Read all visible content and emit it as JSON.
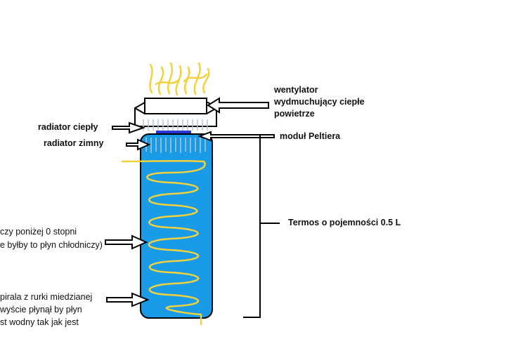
{
  "labels": {
    "wentylator": [
      "wentylator",
      "wydmuchujący ciepłe",
      "powietrze"
    ],
    "radiator_cieply": "radiator ciepły",
    "radiator_zimny": "radiator zimny",
    "modul_peltiera": "moduł Peltiera",
    "termos": "Termos o pojemności 0.5 L",
    "plyn_left": [
      "czy poniżej 0 stopni",
      "e byłby to płyn chłodniczy)"
    ],
    "spirala_left": [
      "pirala z rurki miedzianej",
      "wyście płynął by płyn",
      "st wodny tak jak jest"
    ]
  },
  "colors": {
    "liquid": "#1a9be8",
    "spiral": "#f2d23c",
    "peltier": "#2a35d6",
    "radiator": "#b8c4d6",
    "outline": "#000000"
  }
}
